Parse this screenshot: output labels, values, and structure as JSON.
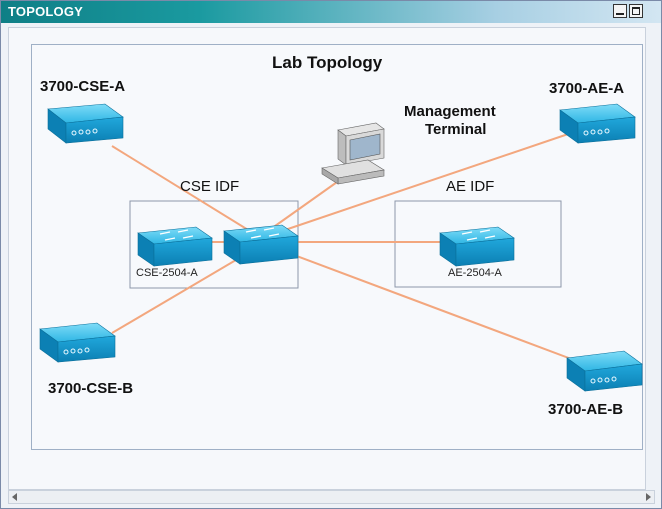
{
  "window": {
    "title": "TOPOLOGY"
  },
  "diagram": {
    "title": "Lab Topology",
    "management_label_line1": "Management",
    "management_label_line2": "Terminal",
    "cse_idf_label": "CSE IDF",
    "ae_idf_label": "AE IDF",
    "routers": {
      "cse_a": "3700-CSE-A",
      "cse_b": "3700-CSE-B",
      "ae_a": "3700-AE-A",
      "ae_b": "3700-AE-B"
    },
    "switches": {
      "cse": "CSE-2504-A",
      "ae": "AE-2504-A"
    }
  },
  "colors": {
    "device": "#1aa7d8",
    "device_dark": "#0b78a8",
    "link": "#f3a77e"
  }
}
